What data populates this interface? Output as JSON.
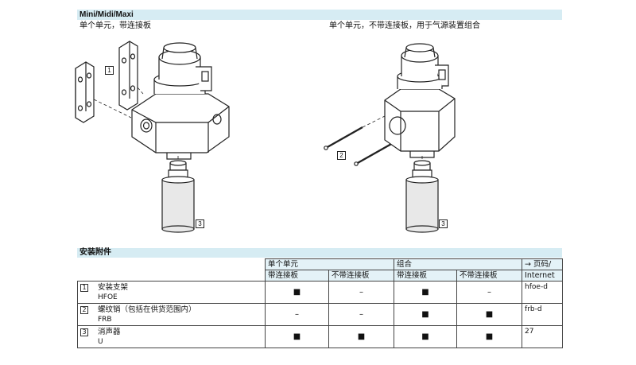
{
  "header": {
    "series": "Mini/Midi/Maxi",
    "left_caption": "单个单元，带连接板",
    "right_caption": "单个单元，不带连接板，用于气源装置组合"
  },
  "callouts": {
    "c1": "1",
    "c2": "2",
    "c3_left": "3",
    "c3_right": "3"
  },
  "accessories": {
    "title": "安装附件",
    "group_single": "单个单元",
    "group_combo": "组合",
    "page_header": "→ 页码/",
    "page_header_2": "Internet",
    "col_with_plate": "带连接板",
    "col_without_plate": "不带连接板",
    "rows": [
      {
        "num": "1",
        "name": "安装支架",
        "code": "HFOE",
        "m1": "■",
        "m2": "–",
        "m3": "■",
        "m4": "–",
        "page": "hfoe-d"
      },
      {
        "num": "2",
        "name": "螺纹销（包括在供货范围内）",
        "code": "FRB",
        "m1": "–",
        "m2": "–",
        "m3": "■",
        "m4": "■",
        "page": "frb-d"
      },
      {
        "num": "3",
        "name": "消声器",
        "code": "U",
        "m1": "■",
        "m2": "■",
        "m3": "■",
        "m4": "■",
        "page": "27"
      }
    ]
  }
}
